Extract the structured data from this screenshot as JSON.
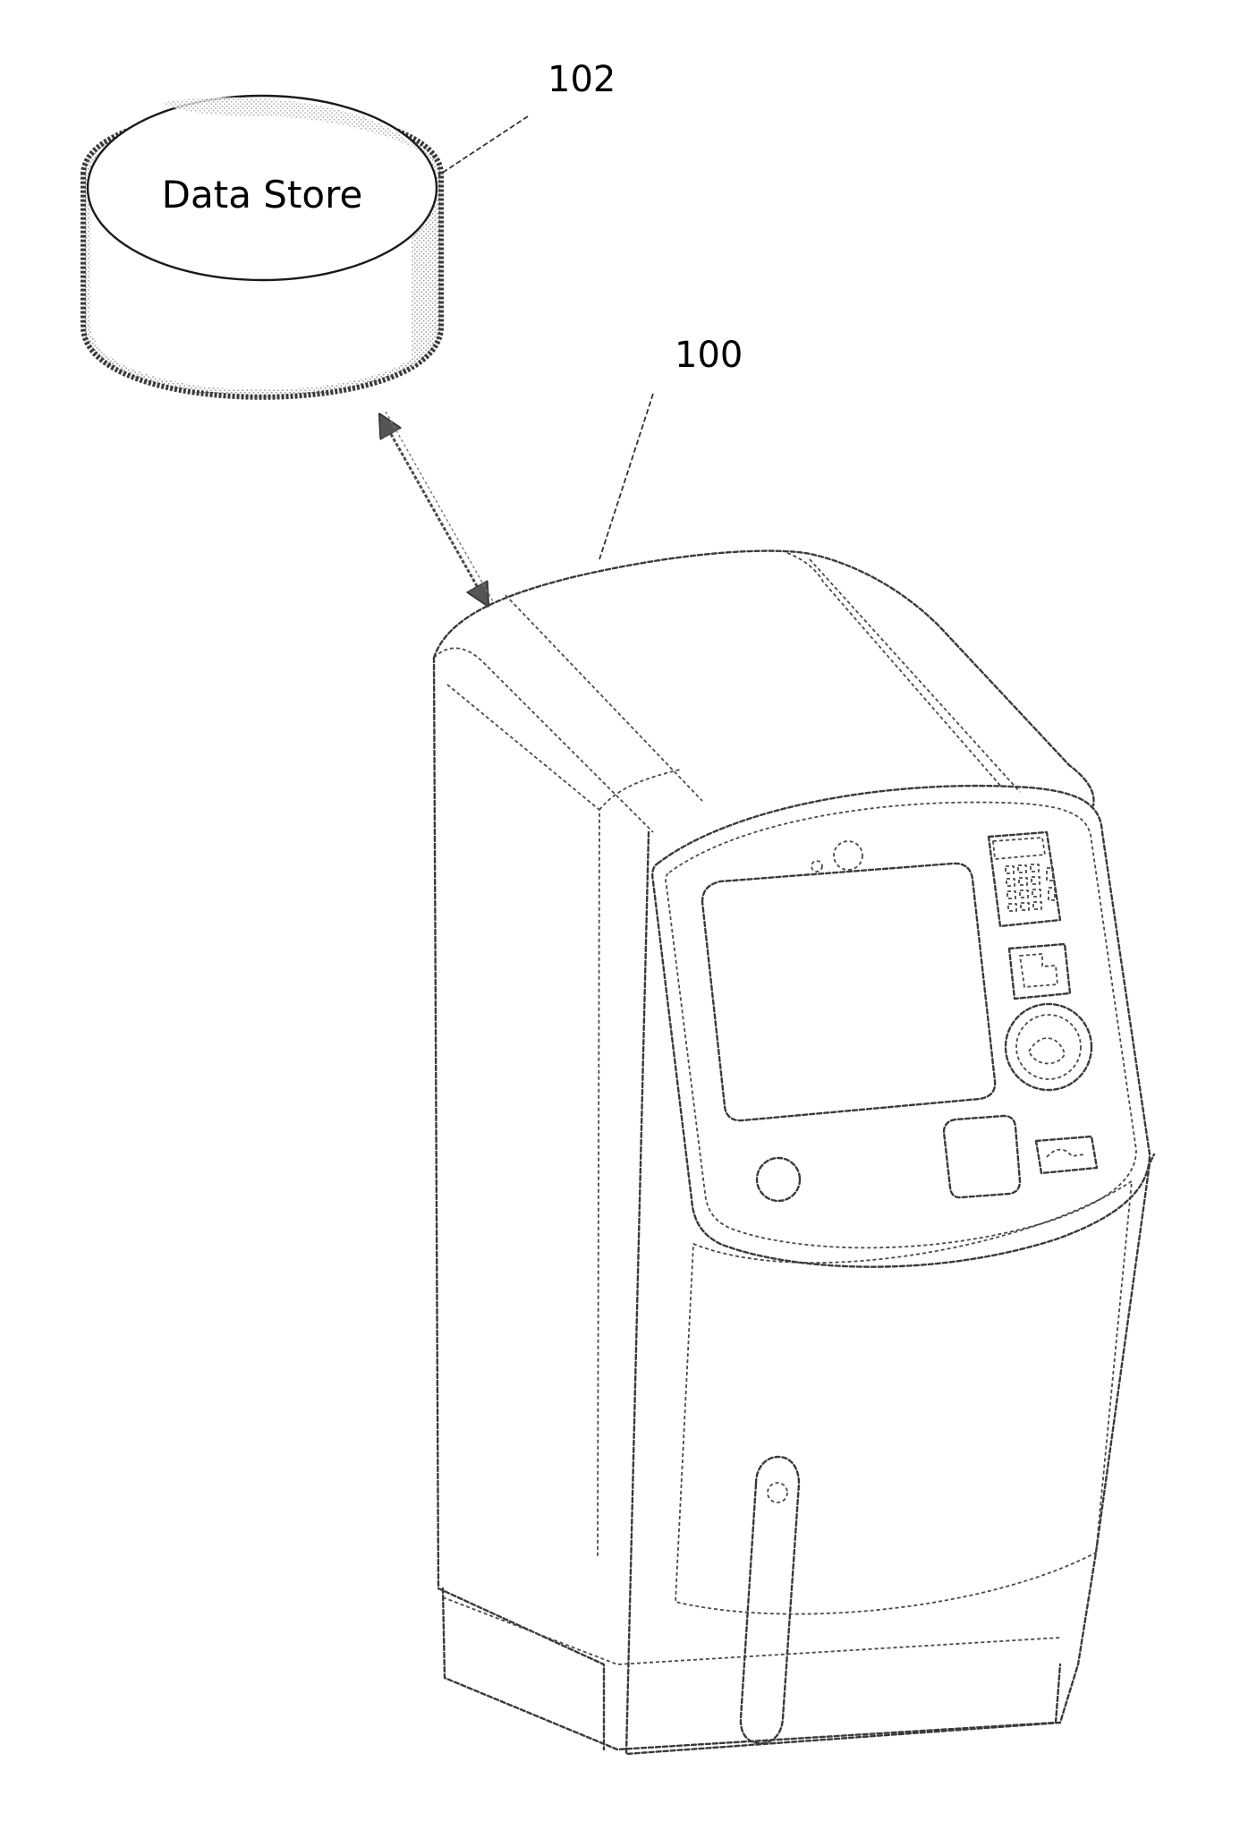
{
  "diagram": {
    "data_store": {
      "label": "Data Store",
      "ref": "102"
    },
    "kiosk": {
      "ref": "100"
    },
    "colors": {
      "line": "#1a1a1a",
      "shading": "#d8d8d8",
      "background": "#ffffff"
    },
    "icons": [
      "database-cylinder-icon",
      "bidirectional-arrow-icon",
      "kiosk-terminal-icon"
    ]
  }
}
